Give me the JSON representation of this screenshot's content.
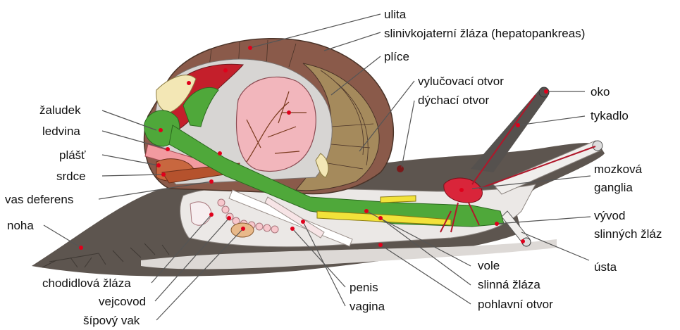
{
  "labels": {
    "ulita": "ulita",
    "hepatopancreas": "slinivkojaterní žláza (hepatopankreas)",
    "plice": "plíce",
    "vylucovaci_otvor": "vylučovací otvor",
    "dychaci_otvor": "dýchací otvor",
    "oko": "oko",
    "tykadlo": "tykadlo",
    "mozkova": "mozková",
    "ganglia": "ganglia",
    "vyvod": "vývod",
    "slinnych_zlaz": "slinných žláz",
    "usta": "ústa",
    "vole": "vole",
    "slinna_zlaza": "slinná žláza",
    "pohlavni_otvor": "pohlavní otvor",
    "penis": "penis",
    "vagina": "vagina",
    "zaludek": "žaludek",
    "ledvina": "ledvina",
    "plast": "plášť",
    "srdce": "srdce",
    "vas_deferens": "vas deferens",
    "noha": "noha",
    "chodidlova_zlaza": "chodidlová žláza",
    "vejcovod": "vejcovod",
    "sipovy_vak": "šípový vak"
  },
  "colors": {
    "shell_outer": "#8a5a4a",
    "shell_inner": "#a58a5c",
    "body_dark": "#5a524c",
    "body_light": "#e8e6e4",
    "green_gut": "#4fa83a",
    "yellow_gland": "#f2e23a",
    "red_organ": "#d9253a",
    "pink_lung": "#f2b6bc",
    "dot": "#e0001b"
  }
}
